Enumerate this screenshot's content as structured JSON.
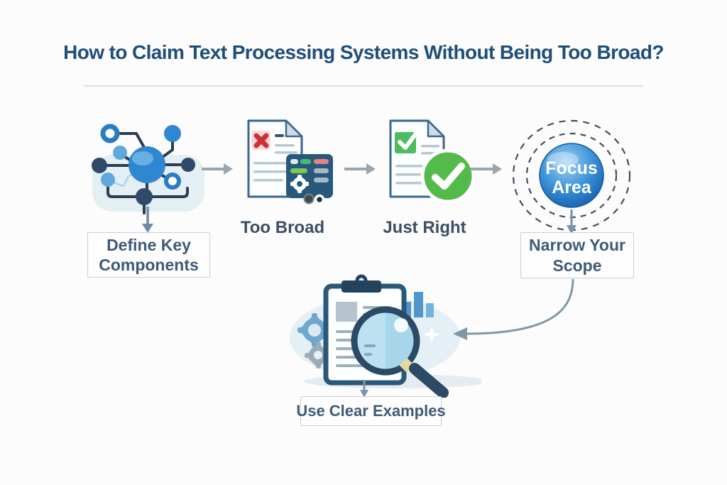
{
  "title": "How to Claim Text Processing Systems Without Being Too Broad?",
  "flow": {
    "step1_label": "Define Key Components",
    "step2_label": "Too Broad",
    "step3_label": "Just Right",
    "step4_sphere": {
      "line1": "Focus",
      "line2": "Area"
    },
    "step4_label": "Narrow Your Scope",
    "step5_label": "Use Clear Examples"
  },
  "icons": {
    "step1": "network-diagram-icon",
    "step2": "document-rejected-icon",
    "step3": "document-approved-icon",
    "step4": "focus-sphere-icon",
    "step5": "clipboard-magnifier-icon",
    "connectors": [
      "arrow-right-icon",
      "arrow-down-icon",
      "curved-arrow-icon"
    ]
  },
  "colors": {
    "title": "#1f4e79",
    "label_text": "#3d4f63",
    "box_text": "#3f5a78",
    "box_border": "#c9cfd7",
    "arrow_gray": "#9aa5ae",
    "arrow_blue_gray": "#7b93ad",
    "accent_blue": "#2f87d2",
    "dark_node": "#2f4a68",
    "success_green": "#54ba4b",
    "error_red": "#cc3434",
    "panel_navy": "#27597c",
    "sphere_blue": "#155fae",
    "background": "#fcfcfc"
  }
}
